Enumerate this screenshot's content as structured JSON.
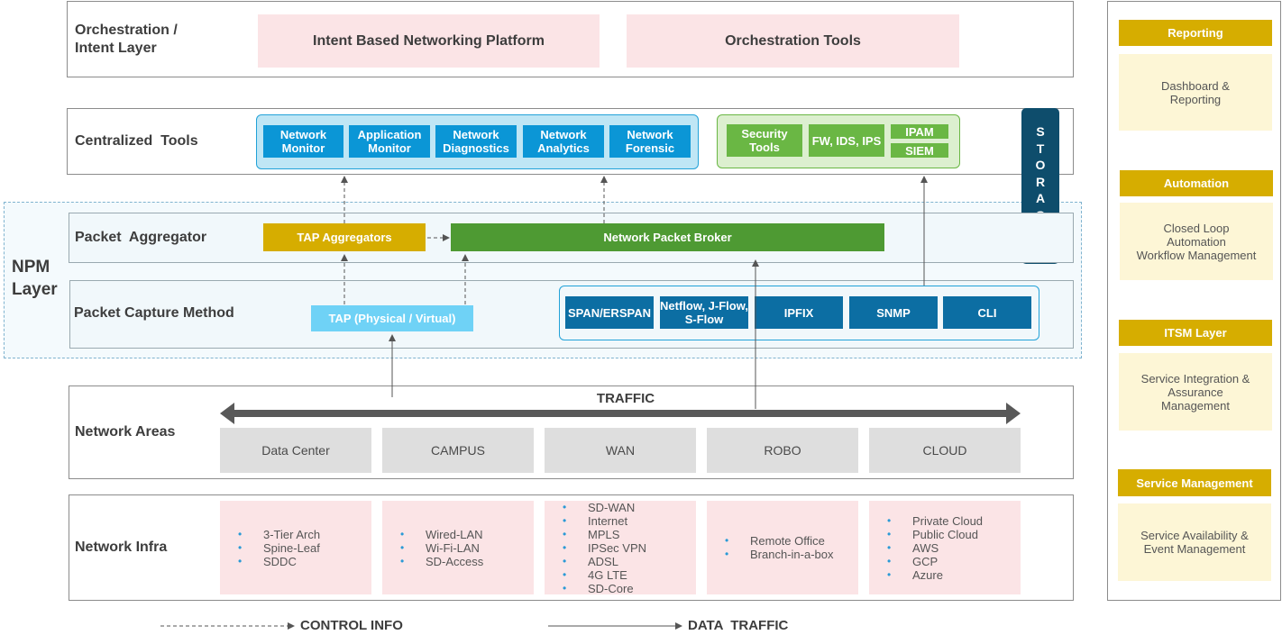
{
  "layers": {
    "orchestration": {
      "label": "Orchestration /\nIntent Layer",
      "items": [
        "Intent Based Networking Platform",
        "Orchestration Tools"
      ]
    },
    "centralized": {
      "label": "Centralized  Tools"
    },
    "npm": {
      "label": "NPM\nLayer"
    },
    "aggregator": {
      "label": "Packet  Aggregator"
    },
    "capture": {
      "label": "Packet Capture Method"
    },
    "areas": {
      "label": "Network Areas"
    },
    "infra": {
      "label": "Network Infra"
    }
  },
  "monitoring_tools": [
    "Network\nMonitor",
    "Application\nMonitor",
    "Network\nDiagnostics",
    "Network\nAnalytics",
    "Network\nForensic"
  ],
  "security_tools": {
    "security": "Security\nTools",
    "fw": "FW, IDS, IPS",
    "ipam": "IPAM",
    "siem": "SIEM"
  },
  "storage": "S\nT\nO\nR\nA\nG\nE",
  "aggregator_items": {
    "tap_aggregators": "TAP Aggregators",
    "packet_broker": "Network Packet Broker"
  },
  "capture_items": {
    "tap": "TAP (Physical / Virtual)",
    "methods": [
      "SPAN/ERSPAN",
      "Netflow, J-Flow,\nS-Flow",
      "IPFIX",
      "SNMP",
      "CLI"
    ]
  },
  "traffic_label": "TRAFFIC",
  "areas": [
    "Data Center",
    "CAMPUS",
    "WAN",
    "ROBO",
    "CLOUD"
  ],
  "infra": [
    [
      "3-Tier Arch",
      "Spine-Leaf",
      "SDDC"
    ],
    [
      "Wired-LAN",
      "Wi-Fi-LAN",
      "SD-Access"
    ],
    [
      "SD-WAN",
      "Internet",
      "MPLS",
      "IPSec VPN",
      "ADSL",
      "4G LTE",
      "SD-Core"
    ],
    [
      "Remote Office",
      "Branch-in-a-box"
    ],
    [
      "Private Cloud",
      "Public Cloud",
      "AWS",
      "GCP",
      "Azure"
    ]
  ],
  "sidebar": [
    {
      "header": "Reporting",
      "body": "Dashboard &\nReporting"
    },
    {
      "header": "Automation",
      "body": "Closed Loop\nAutomation\nWorkflow Management"
    },
    {
      "header": "ITSM Layer",
      "body": "Service Integration &\nAssurance\nManagement"
    },
    {
      "header": "Service Management",
      "body": "Service Availability &\nEvent Management"
    }
  ],
  "legend": {
    "control": "CONTROL INFO",
    "data": "DATA  TRAFFIC"
  },
  "colors": {
    "blue": "#0b96d6",
    "dark_blue": "#0c6ea3",
    "green": "#6ab744",
    "gold": "#d6ad00",
    "storage": "#0e4d6c",
    "pink": "#fbe4e6",
    "cream": "#fdf6d6"
  }
}
